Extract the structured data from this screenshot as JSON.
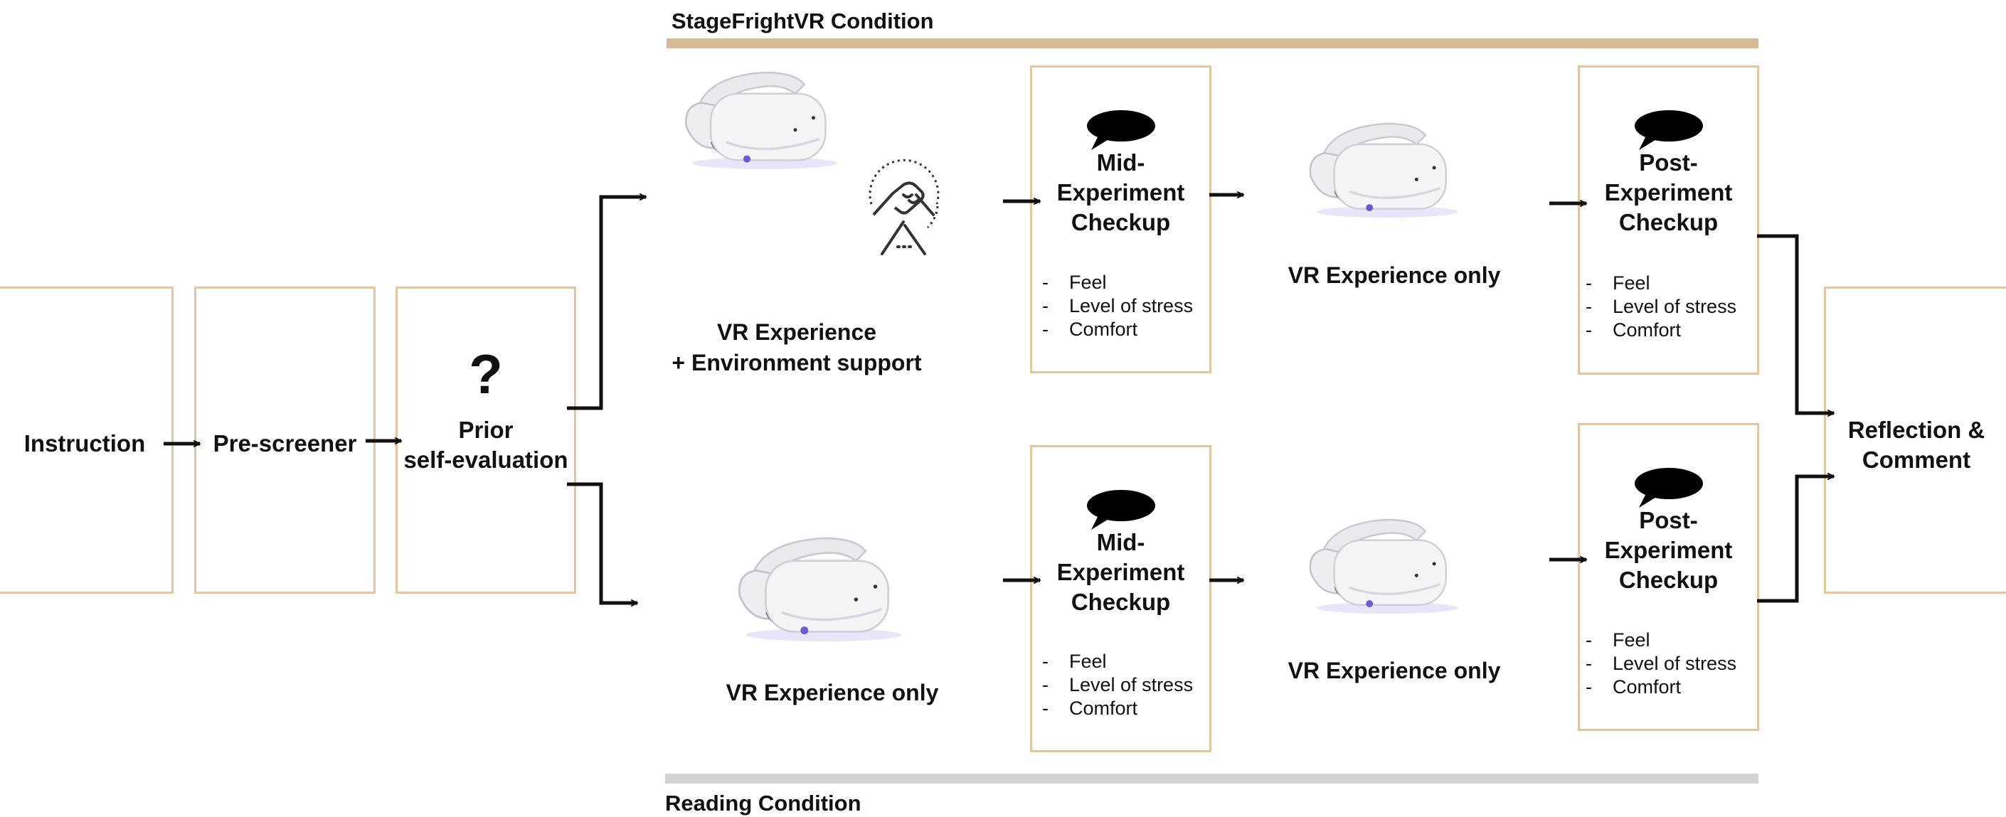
{
  "conditions": {
    "top": "StageFrightVR Condition",
    "bottom": "Reading Condition"
  },
  "stages": {
    "instruction": "Instruction",
    "prescreener": "Pre-screener",
    "prior_line1": "Prior",
    "prior_line2": "self-evaluation",
    "prior_symbol": "?",
    "reflection_line1": "Reflection &",
    "reflection_line2": "Comment"
  },
  "captions": {
    "vr_env_line1": "VR Experience",
    "vr_env_line2": "+ Environment support",
    "vr_only": "VR Experience only"
  },
  "checkups": {
    "mid_line1": "Mid-",
    "post_line1": "Post-",
    "line2": "Experiment",
    "line3": "Checkup",
    "items": [
      "Feel",
      "Level of stress",
      "Comfort"
    ]
  },
  "colors": {
    "box_border": "#e3c5a3",
    "top_bar": "#d8b994",
    "bottom_bar": "#d3d3d3",
    "arrow": "#111111"
  },
  "icons": {
    "headset": "vr-headset-icon",
    "support": "handshake-icon",
    "checkup": "speech-bubble-icon"
  }
}
